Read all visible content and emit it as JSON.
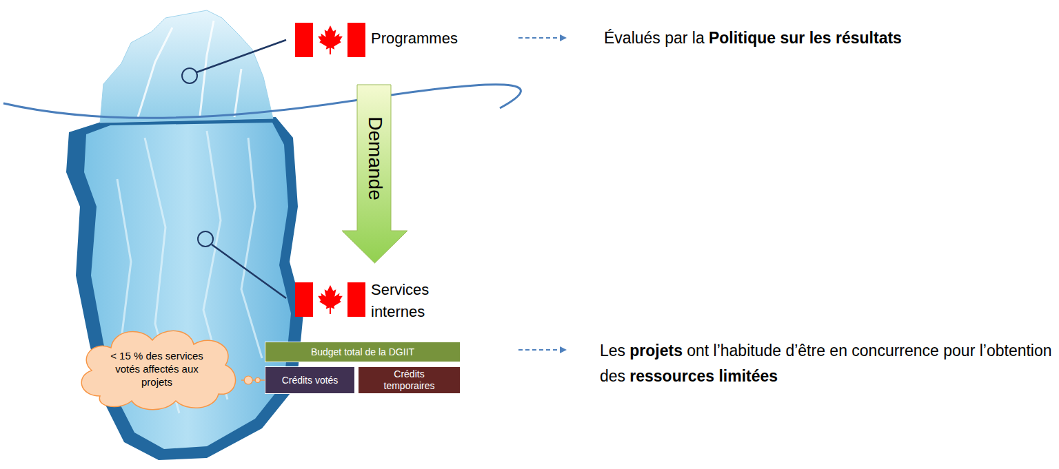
{
  "diagram": {
    "nodes": [
      {
        "text": [
          "Demande"
        ]
      },
      {
        "text": [
          "< 15 % des services votés affectés aux projets"
        ]
      },
      {
        "text": [
          "Budget total de la DGIIT"
        ]
      },
      {
        "text": [
          "Crédits votés"
        ]
      },
      {
        "text": [
          "Crédits temporaires"
        ]
      }
    ],
    "edges": [
      {
        "from": 1,
        "to": 3,
        "arrow": "none"
      }
    ],
    "labels": [
      "Programmes",
      "Évalués par la",
      "Politique sur les résultats",
      "Services internes",
      "Les",
      "projets",
      "ont l’habitude d’être en concurrence pour l’obtention des",
      "ressources limitées"
    ]
  }
}
